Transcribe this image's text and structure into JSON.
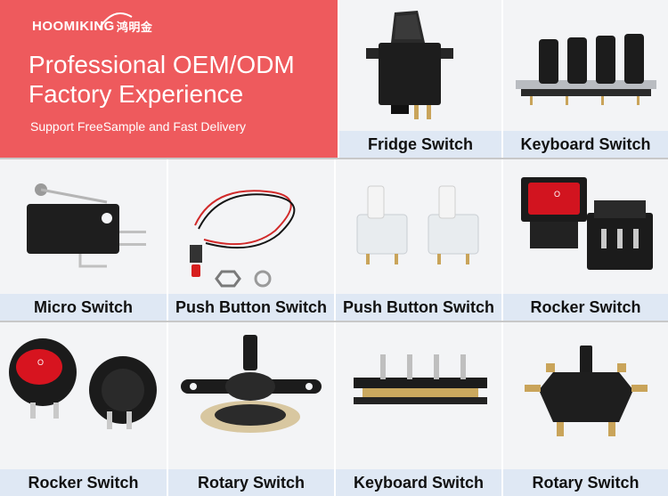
{
  "banner": {
    "brand": "HOOMIKING",
    "brand_cn": "鸿明金",
    "headline_line1": "Professional OEM/ODM",
    "headline_line2": "Factory Experience",
    "subline": "Support FreeSample and Fast Delivery"
  },
  "products": [
    {
      "id": "fridge",
      "label": "Fridge  Switch"
    },
    {
      "id": "keyboard1",
      "label": "Keyboard Switch"
    },
    {
      "id": "micro",
      "label": "Micro Switch"
    },
    {
      "id": "push1",
      "label": "Push Button Switch"
    },
    {
      "id": "push2",
      "label": "Push Button Switch"
    },
    {
      "id": "rocker1",
      "label": "Rocker Switch"
    },
    {
      "id": "rocker2",
      "label": "Rocker Switch"
    },
    {
      "id": "rotary1",
      "label": "Rotary Switch"
    },
    {
      "id": "keyboard2",
      "label": "Keyboard  Switch"
    },
    {
      "id": "rotary2",
      "label": "Rotary Switch"
    }
  ],
  "colors": {
    "banner": "#ee5a5d",
    "label_bg": "#dfe8f4",
    "card_bg": "#f3f4f6"
  }
}
